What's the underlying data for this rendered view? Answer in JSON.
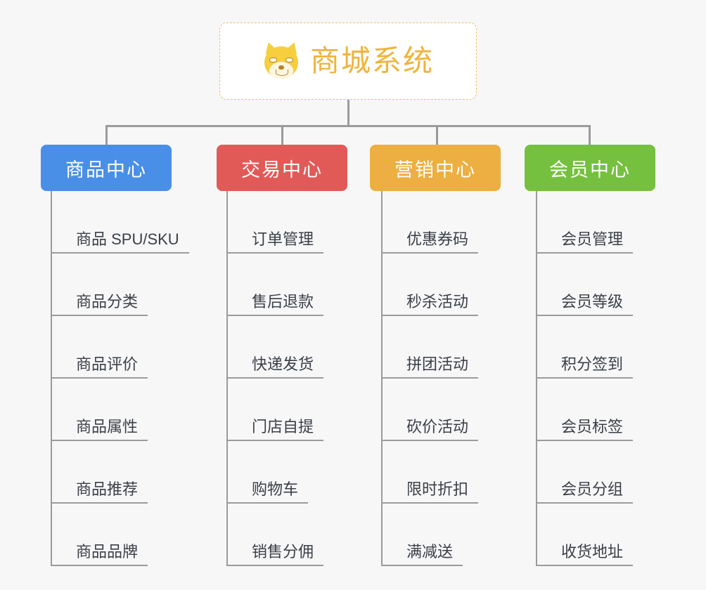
{
  "background_color": "#f7f7f7",
  "root": {
    "title": "商城系统",
    "icon": "shiba-dog-emoji",
    "text_color": "#f0b43c",
    "border_color": "#edc06a",
    "background_color": "#ffffff"
  },
  "connector_color": "#9b9b9b",
  "categories": [
    {
      "label": "商品中心",
      "color": "#4a8fe7",
      "items": [
        "商品 SPU/SKU",
        "商品分类",
        "商品评价",
        "商品属性",
        "商品推荐",
        "商品品牌"
      ]
    },
    {
      "label": "交易中心",
      "color": "#e25a57",
      "items": [
        "订单管理",
        "售后退款",
        "快递发货",
        "门店自提",
        "购物车",
        "销售分佣"
      ]
    },
    {
      "label": "营销中心",
      "color": "#edaf41",
      "items": [
        "优惠券码",
        "秒杀活动",
        "拼团活动",
        "砍价活动",
        "限时折扣",
        "满减送"
      ]
    },
    {
      "label": "会员中心",
      "color": "#76c040",
      "items": [
        "会员管理",
        "会员等级",
        "积分签到",
        "会员标签",
        "会员分组",
        "收货地址"
      ]
    }
  ]
}
